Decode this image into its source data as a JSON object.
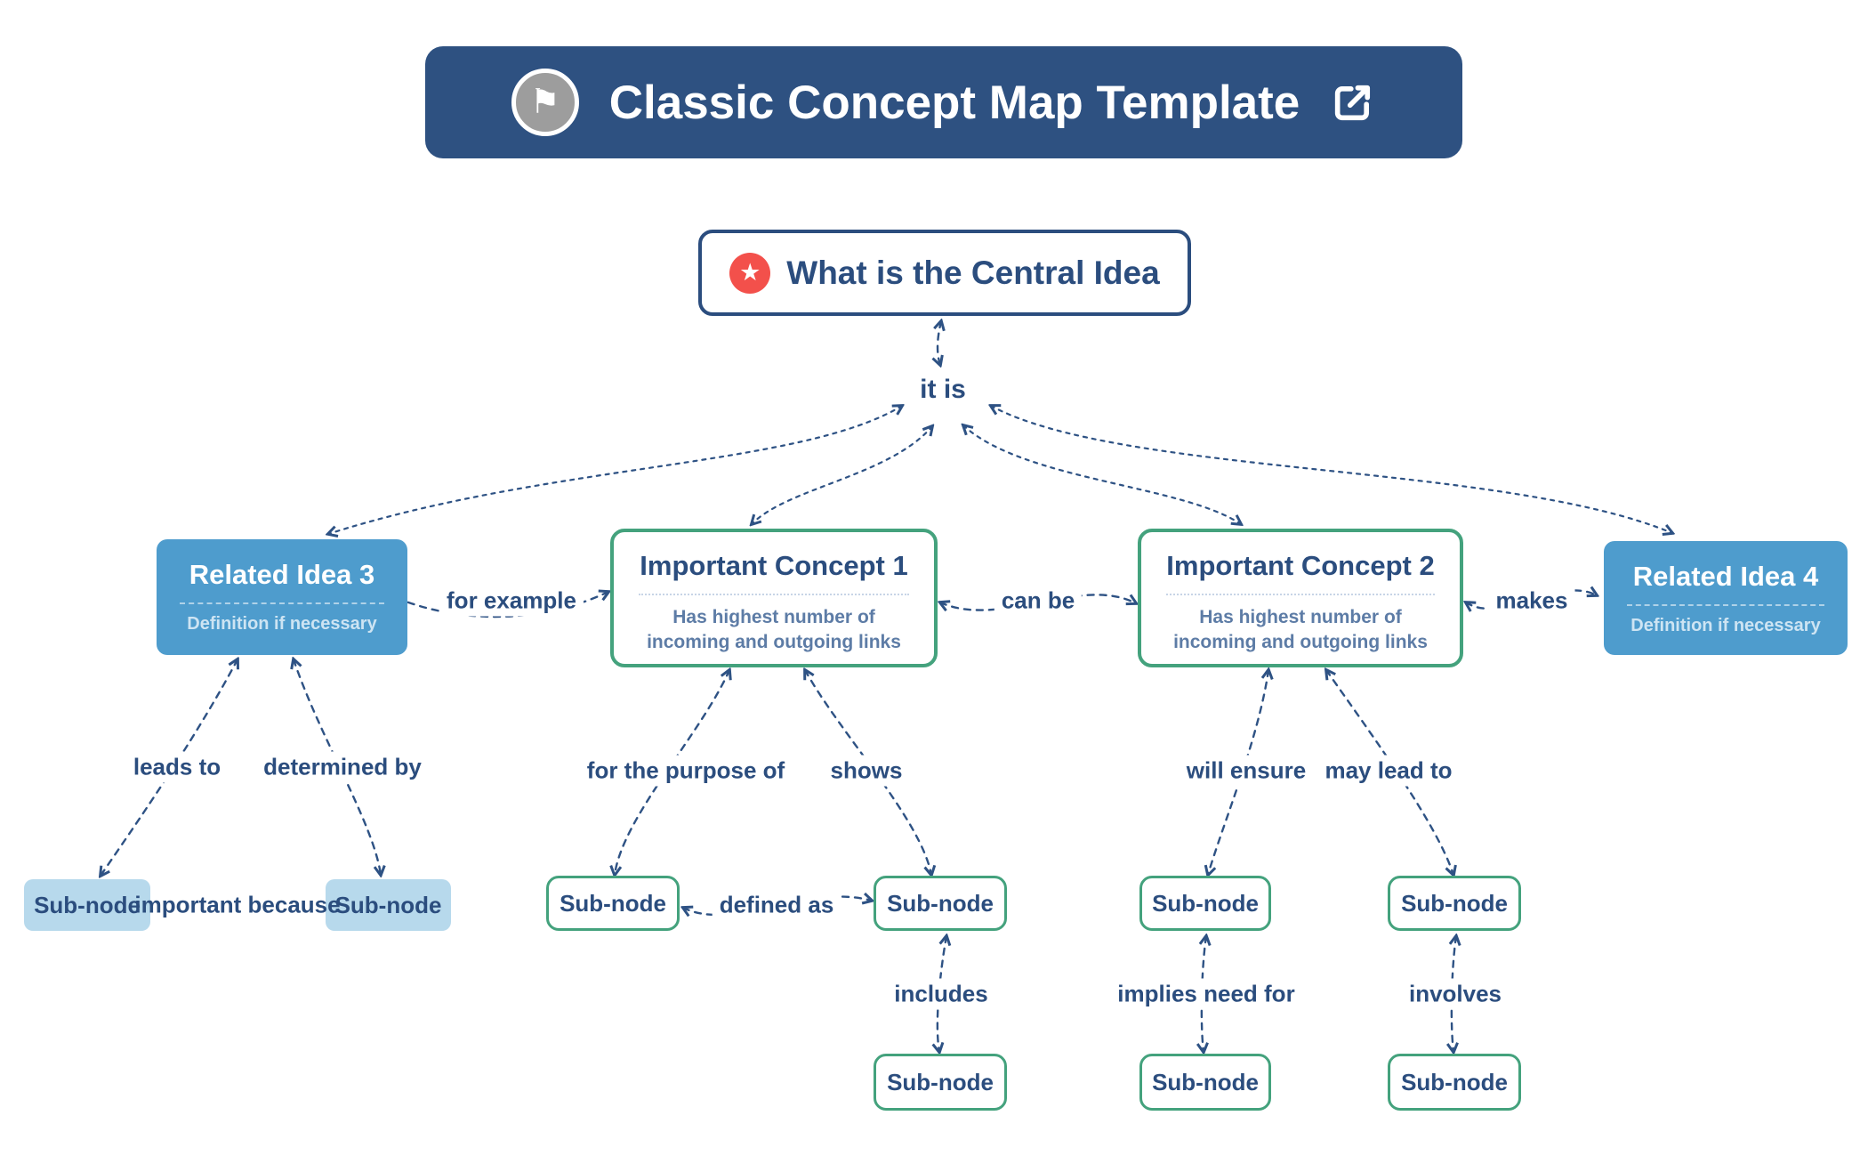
{
  "header": {
    "title": "Classic Concept Map Template"
  },
  "icons": {
    "flag_glyph": "⚑",
    "star_glyph": "★"
  },
  "central": {
    "title": "What is the Central Idea"
  },
  "nodes": [
    {
      "title": "Related Idea 3",
      "subtitle": "Definition if necessary",
      "style": "blue"
    },
    {
      "title": "Important Concept 1",
      "subtitle": "Has highest number of incoming and outgoing links",
      "style": "green"
    },
    {
      "title": "Important Concept 2",
      "subtitle": "Has highest number of incoming and outgoing links",
      "style": "green"
    },
    {
      "title": "Related Idea 4",
      "subtitle": "Definition if necessary",
      "style": "blue"
    }
  ],
  "subnodes": [
    {
      "label": "Sub-node"
    },
    {
      "label": "Sub-node"
    },
    {
      "label": "Sub-node"
    },
    {
      "label": "Sub-node"
    },
    {
      "label": "Sub-node"
    },
    {
      "label": "Sub-node"
    },
    {
      "label": "Sub-node"
    },
    {
      "label": "Sub-node"
    },
    {
      "label": "Sub-node"
    }
  ],
  "relations": {
    "it_is": "it is",
    "for_example": "for example",
    "can_be": "can be",
    "makes": "makes",
    "leads_to": "leads to",
    "determined_by": "determined by",
    "important_because": "important because",
    "for_the_purpose_of": "for the purpose of",
    "shows": "shows",
    "will_ensure": "will ensure",
    "may_lead_to": "may lead to",
    "defined_as": "defined as",
    "includes": "includes",
    "implies_need_for": "implies need for",
    "involves": "involves"
  },
  "colors": {
    "title_bar_bg": "#2e5181",
    "navy_text": "#2b4d7e",
    "connector": "#2e5284",
    "blue_node_fill": "#4e9ccd",
    "light_blue_subnode": "#b7d9ec",
    "green_border": "#44a27d",
    "body_text": "#5d7ca6",
    "red_badge": "#f3504b",
    "gray_badge": "#9d9d9d"
  }
}
